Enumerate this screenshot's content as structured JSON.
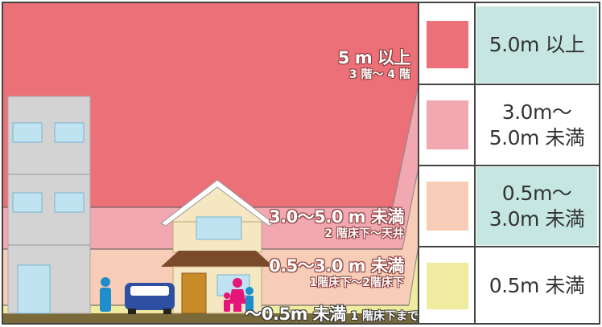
{
  "colors": {
    "zone_5m": "#ec7078",
    "zone_3_5m": "#f2a8b0",
    "zone_05_3m": "#f7cdb8",
    "zone_05m": "#efeb9f",
    "legend_teal": "#c5e6e1",
    "figure_blue": "#1f8dc9",
    "figure_pink": "#e5157a",
    "car_blue": "#2f4fa3",
    "roof": "#7a4a2a"
  },
  "zones": [
    {
      "id": "5m",
      "label": "5 m 以上",
      "sublabel": "3 階～ 4 階"
    },
    {
      "id": "3_5m",
      "label": "3.0～5.0 m 未満",
      "sublabel": "2 階床下～天井"
    },
    {
      "id": "05_3m",
      "label": "0.5～3.0 m 未満",
      "sublabel": "1階床下～2階床下"
    },
    {
      "id": "05m",
      "label": "～0.5m 未満",
      "sublabel": "1 階床下まで"
    }
  ],
  "legend": [
    {
      "line1": "5.0m 以上",
      "line2": ""
    },
    {
      "line1": "3.0m～",
      "line2": "5.0m 未満"
    },
    {
      "line1": "0.5m～",
      "line2": "3.0m 未満"
    },
    {
      "line1": "0.5m 未満",
      "line2": ""
    }
  ]
}
